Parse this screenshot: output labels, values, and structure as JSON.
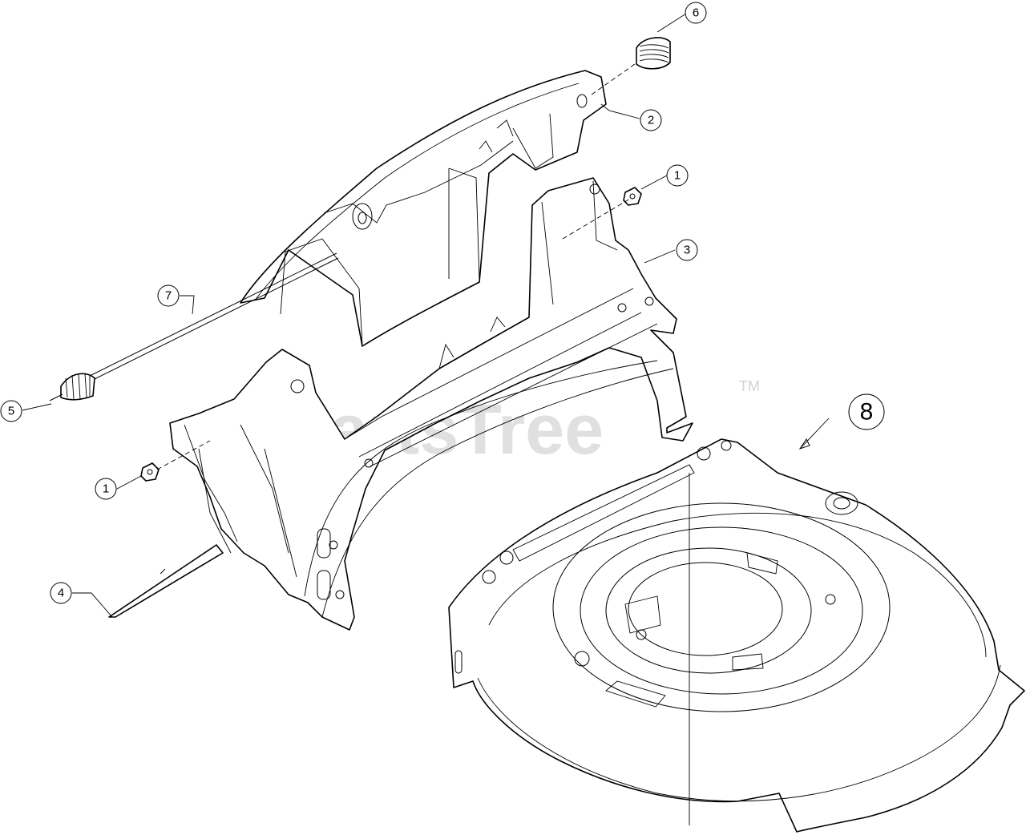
{
  "watermark": {
    "text": "PartsTree",
    "trademark": "TM"
  },
  "callouts": [
    {
      "id": "callout-1-upper",
      "label": "1"
    },
    {
      "id": "callout-1-lower",
      "label": "1"
    },
    {
      "id": "callout-2",
      "label": "2"
    },
    {
      "id": "callout-3",
      "label": "3"
    },
    {
      "id": "callout-4",
      "label": "4"
    },
    {
      "id": "callout-5",
      "label": "5"
    },
    {
      "id": "callout-6",
      "label": "6"
    },
    {
      "id": "callout-7",
      "label": "7"
    },
    {
      "id": "callout-8",
      "label": "8"
    }
  ]
}
